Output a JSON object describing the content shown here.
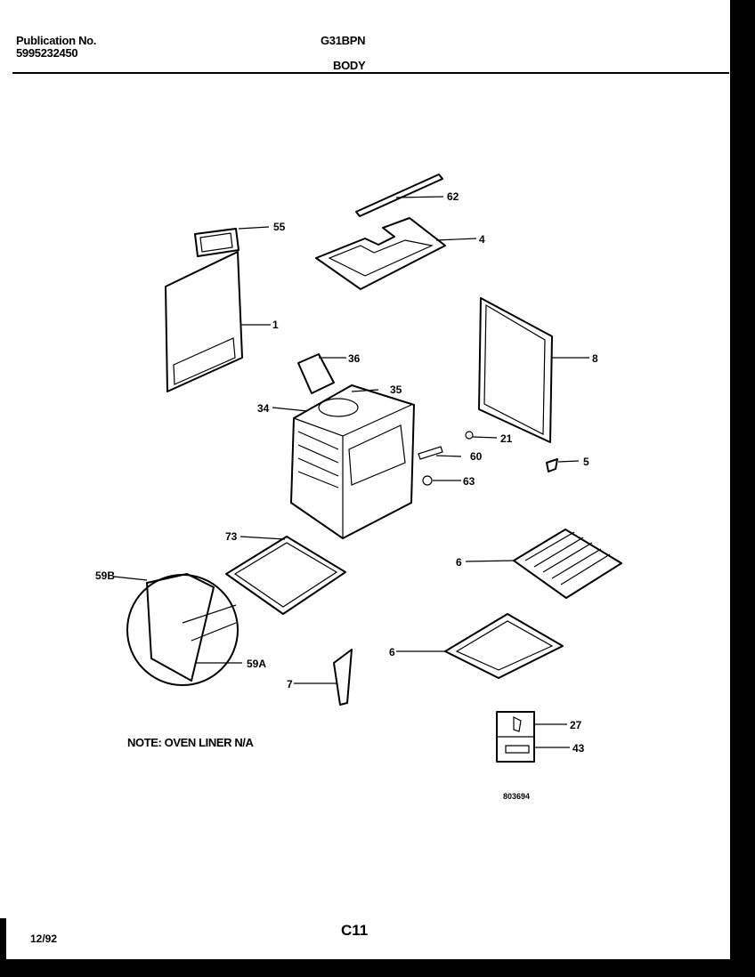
{
  "header": {
    "publication_label": "Publication No.",
    "publication_number": "5995232450",
    "model": "G31BPN",
    "section": "BODY"
  },
  "note": "NOTE: OVEN LINER N/A",
  "drawing_code": "803694",
  "page_code": "C11",
  "date": "12/92",
  "parts": [
    {
      "id": "62",
      "label": "62"
    },
    {
      "id": "55",
      "label": "55"
    },
    {
      "id": "4",
      "label": "4"
    },
    {
      "id": "1",
      "label": "1"
    },
    {
      "id": "8",
      "label": "8"
    },
    {
      "id": "36",
      "label": "36"
    },
    {
      "id": "35",
      "label": "35"
    },
    {
      "id": "34",
      "label": "34"
    },
    {
      "id": "21",
      "label": "21"
    },
    {
      "id": "60",
      "label": "60"
    },
    {
      "id": "5",
      "label": "5"
    },
    {
      "id": "63",
      "label": "63"
    },
    {
      "id": "73",
      "label": "73"
    },
    {
      "id": "59B",
      "label": "59B"
    },
    {
      "id": "6a",
      "label": "6"
    },
    {
      "id": "59A",
      "label": "59A"
    },
    {
      "id": "6b",
      "label": "6"
    },
    {
      "id": "7",
      "label": "7"
    },
    {
      "id": "27",
      "label": "27"
    },
    {
      "id": "43",
      "label": "43"
    }
  ]
}
